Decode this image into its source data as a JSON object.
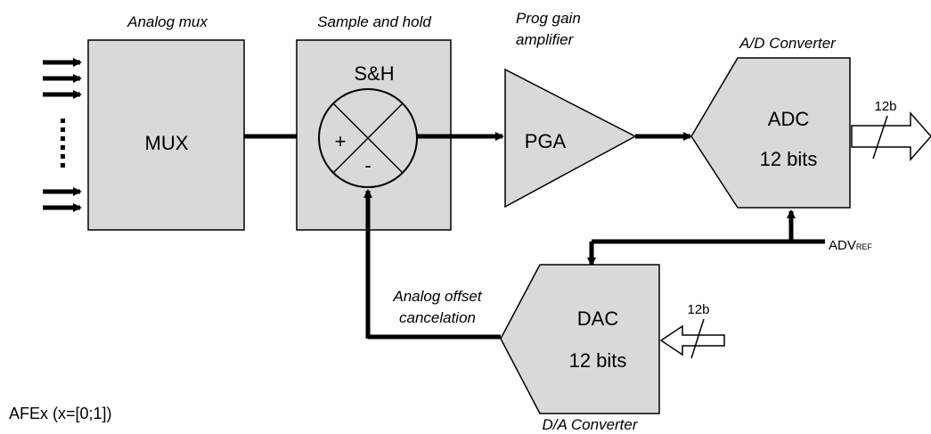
{
  "captions": {
    "mux": "Analog mux",
    "sh": "Sample and hold",
    "pga_line1": "Prog gain",
    "pga_line2": "amplifier",
    "adc": "A/D Converter",
    "offset_line1": "Analog offset",
    "offset_line2": "cancelation",
    "dac": "D/A Converter"
  },
  "blocks": {
    "mux": "MUX",
    "sh": "S&H",
    "sh_plus": "+",
    "sh_minus": "-",
    "pga": "PGA",
    "adc_line1": "ADC",
    "adc_line2": "12 bits",
    "dac_line1": "DAC",
    "dac_line2": "12 bits"
  },
  "buses": {
    "adc_out": "12b",
    "dac_in": "12b"
  },
  "reference": {
    "main": "ADV",
    "sub": "REF"
  },
  "input_ellipsis": "......",
  "footer": "AFEx (x=[0;1])"
}
